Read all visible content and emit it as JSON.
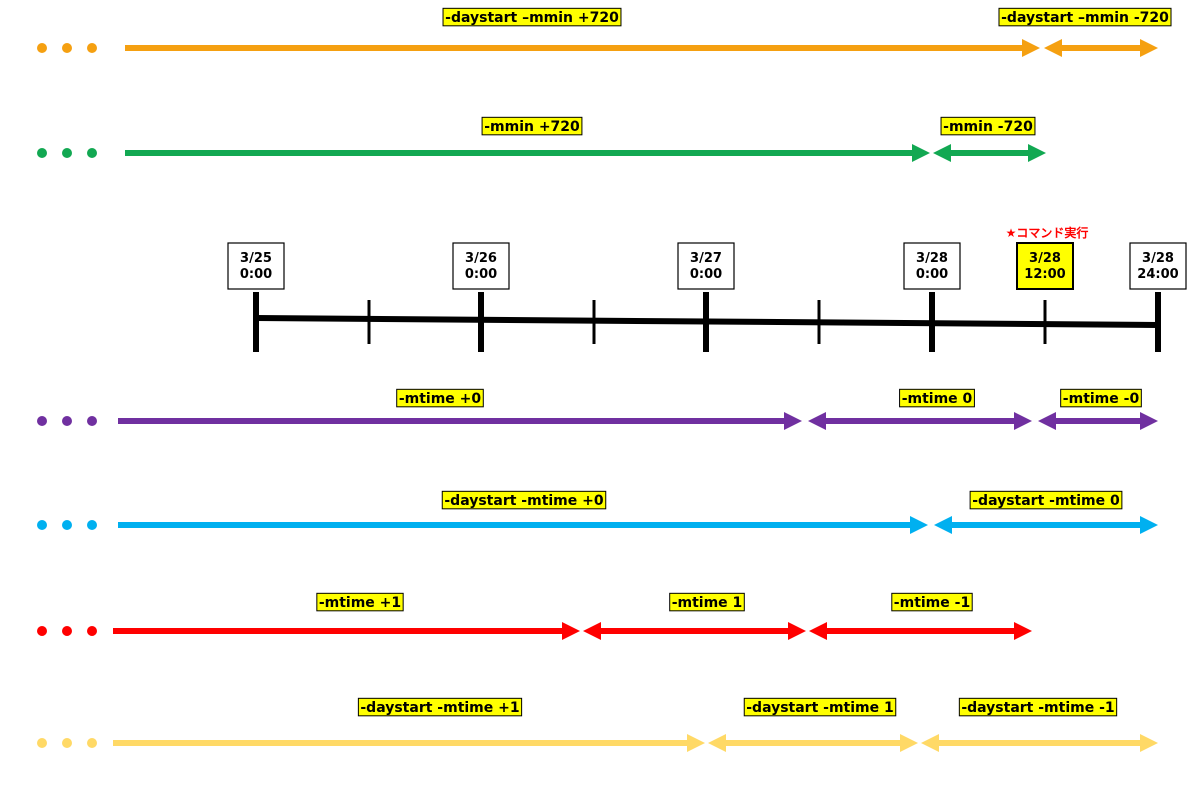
{
  "colors": {
    "orange": "#f5a011",
    "green": "#12a852",
    "black": "#000000",
    "purple": "#7030a0",
    "blue": "#00b0f0",
    "red": "#ff0000",
    "light_yellow": "#ffd966",
    "label_bg": "#ffff00",
    "command_text": "#ff0000"
  },
  "command_note": "★コマンド実行",
  "timeline": {
    "ticks": [
      {
        "date": "3/25",
        "time": "0:00",
        "highlight": false
      },
      {
        "date": "3/26",
        "time": "0:00",
        "highlight": false
      },
      {
        "date": "3/27",
        "time": "0:00",
        "highlight": false
      },
      {
        "date": "3/28",
        "time": "0:00",
        "highlight": false
      },
      {
        "date": "3/28",
        "time": "12:00",
        "highlight": true
      },
      {
        "date": "3/28",
        "time": "24:00",
        "highlight": false
      }
    ]
  },
  "rows": [
    {
      "id": "daystart-mmin",
      "color_key": "orange",
      "segments": [
        {
          "label": "-daystart –mmin +720",
          "from": "past",
          "to": "3/28 24:00 - 12h"
        },
        {
          "label": "-daystart –mmin -720",
          "from": "3/28 12:00",
          "to": "3/28 24:00"
        }
      ]
    },
    {
      "id": "mmin",
      "color_key": "green",
      "segments": [
        {
          "label": "-mmin +720",
          "from": "past",
          "to": "3/28 0:00"
        },
        {
          "label": "-mmin -720",
          "from": "3/28 0:00",
          "to": "3/28 12:00"
        }
      ]
    },
    {
      "id": "mtime-0",
      "color_key": "purple",
      "segments": [
        {
          "label": "-mtime +0",
          "from": "past",
          "to": "3/27 12:00"
        },
        {
          "label": "-mtime 0",
          "from": "3/27 12:00",
          "to": "3/28 12:00"
        },
        {
          "label": "-mtime -0",
          "from": "3/28 12:00",
          "to": "3/28 24:00"
        }
      ]
    },
    {
      "id": "daystart-mtime-0",
      "color_key": "blue",
      "segments": [
        {
          "label": "-daystart -mtime +0",
          "from": "past",
          "to": "3/28 0:00"
        },
        {
          "label": "-daystart -mtime 0",
          "from": "3/28 0:00",
          "to": "3/28 24:00"
        }
      ]
    },
    {
      "id": "mtime-1",
      "color_key": "red",
      "segments": [
        {
          "label": "-mtime +1",
          "from": "past",
          "to": "3/26 12:00"
        },
        {
          "label": "-mtime 1",
          "from": "3/26 12:00",
          "to": "3/27 12:00"
        },
        {
          "label": "-mtime -1",
          "from": "3/27 12:00",
          "to": "3/28 12:00"
        }
      ]
    },
    {
      "id": "daystart-mtime-1",
      "color_key": "light_yellow",
      "segments": [
        {
          "label": "-daystart -mtime +1",
          "from": "past",
          "to": "3/27 0:00"
        },
        {
          "label": "-daystart -mtime 1",
          "from": "3/27 0:00",
          "to": "3/28 0:00"
        },
        {
          "label": "-daystart -mtime -1",
          "from": "3/28 0:00",
          "to": "3/28 24:00"
        }
      ]
    }
  ]
}
